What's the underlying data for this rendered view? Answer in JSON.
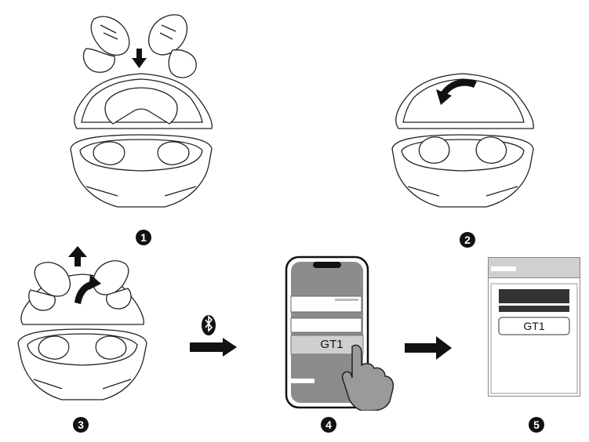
{
  "steps": [
    {
      "number": "1"
    },
    {
      "number": "2"
    },
    {
      "number": "3"
    },
    {
      "number": "4"
    },
    {
      "number": "5"
    }
  ],
  "phone": {
    "device_name": "GT1"
  },
  "pair_dialog": {
    "device_name": "GT1"
  },
  "icons": {
    "bluetooth": "bluetooth-icon",
    "arrow": "right-arrow-icon"
  },
  "colors": {
    "line": "#222222",
    "phone_screen": "#8c8c8c",
    "dialog_header": "#d0d0d0",
    "dialog_bar": "#333333",
    "hand": "#9a9a9a"
  }
}
